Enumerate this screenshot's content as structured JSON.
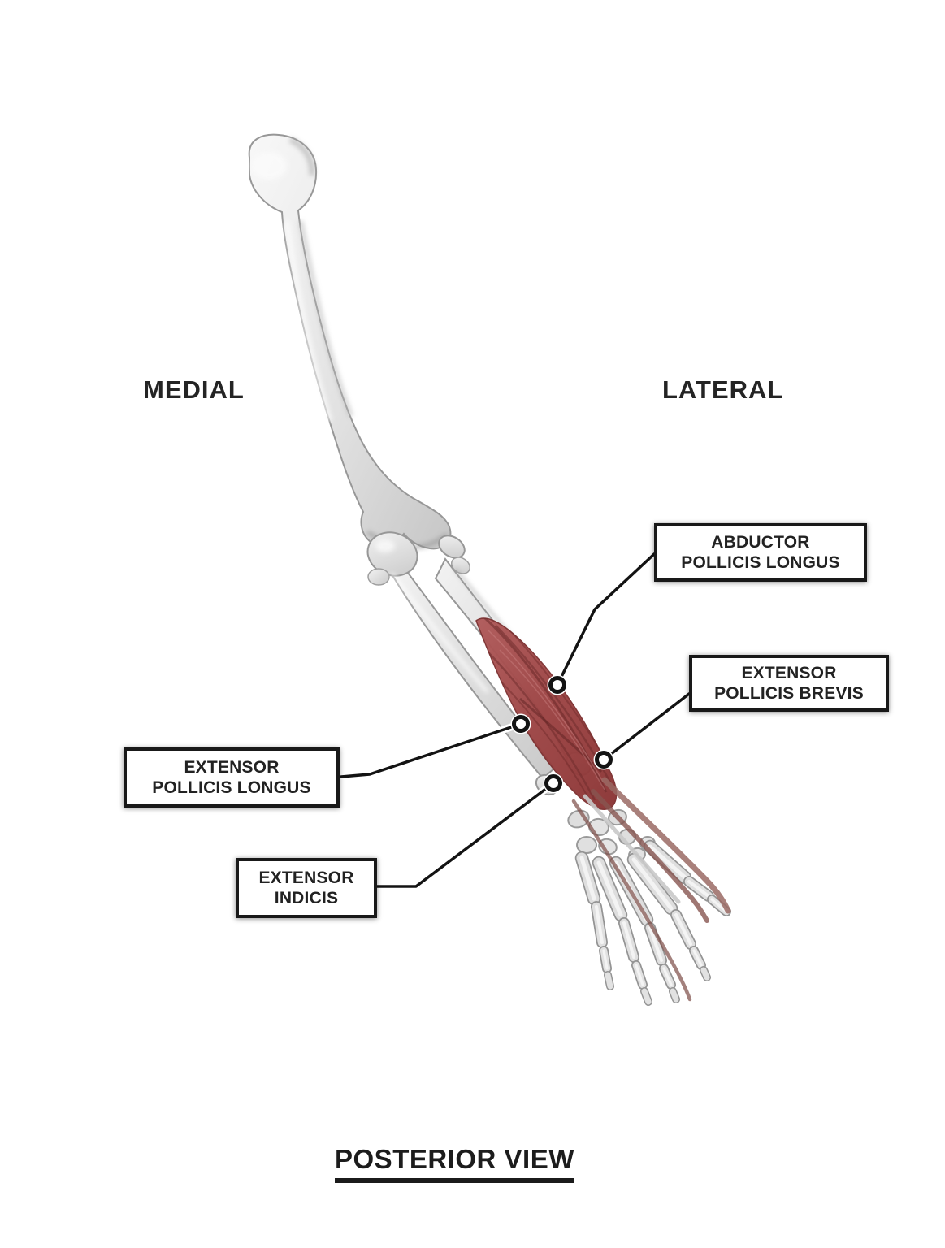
{
  "figure_title": {
    "text": "POSTERIOR VIEW"
  },
  "orientation": {
    "medial": "MEDIAL",
    "lateral": "LATERAL"
  },
  "muscle_labels": [
    {
      "name": "abductor-pollicis-longus",
      "line1": "ABDUCTOR",
      "line2": "POLLICIS LONGUS"
    },
    {
      "name": "extensor-pollicis-brevis",
      "line1": "EXTENSOR",
      "line2": "POLLICIS BREVIS"
    },
    {
      "name": "extensor-pollicis-longus",
      "line1": "EXTENSOR",
      "line2": "POLLICIS LONGUS"
    },
    {
      "name": "extensor-indicis",
      "line1": "EXTENSOR",
      "line2": "INDICIS"
    }
  ],
  "illustration": {
    "subject": "Right upper limb skeleton, posterior view, deep forearm extensor muscles highlighted",
    "highlight_color": "#9c4343",
    "highlight_dark": "#6c2929",
    "bone_light": "#f6f6f6",
    "bone_mid": "#d6d6d6",
    "bone_outline": "#979797",
    "leader_line_color": "#131313",
    "label_border_color": "#191919",
    "text_color": "#222222",
    "background": "#ffffff"
  }
}
